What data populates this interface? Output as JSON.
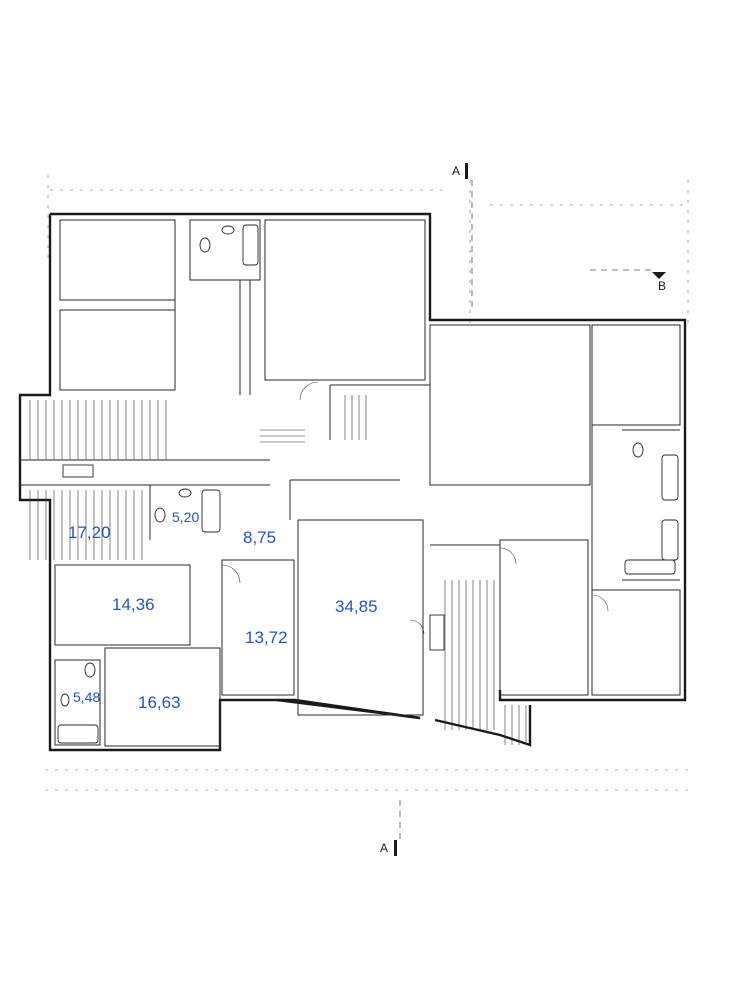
{
  "plan": {
    "areas": [
      {
        "id": "living-left",
        "label": "17,20"
      },
      {
        "id": "wc-small",
        "label": "5,20"
      },
      {
        "id": "hall",
        "label": "8,75"
      },
      {
        "id": "living-main",
        "label": "34,85"
      },
      {
        "id": "bedroom-a",
        "label": "14,36"
      },
      {
        "id": "bedroom-b",
        "label": "13,72"
      },
      {
        "id": "bath",
        "label": "5,48"
      },
      {
        "id": "bedroom-c",
        "label": "16,63"
      }
    ],
    "section_markers": [
      {
        "id": "section-a-top",
        "label": "A"
      },
      {
        "id": "section-b",
        "label": "B"
      },
      {
        "id": "section-a-bottom",
        "label": "A"
      }
    ]
  }
}
